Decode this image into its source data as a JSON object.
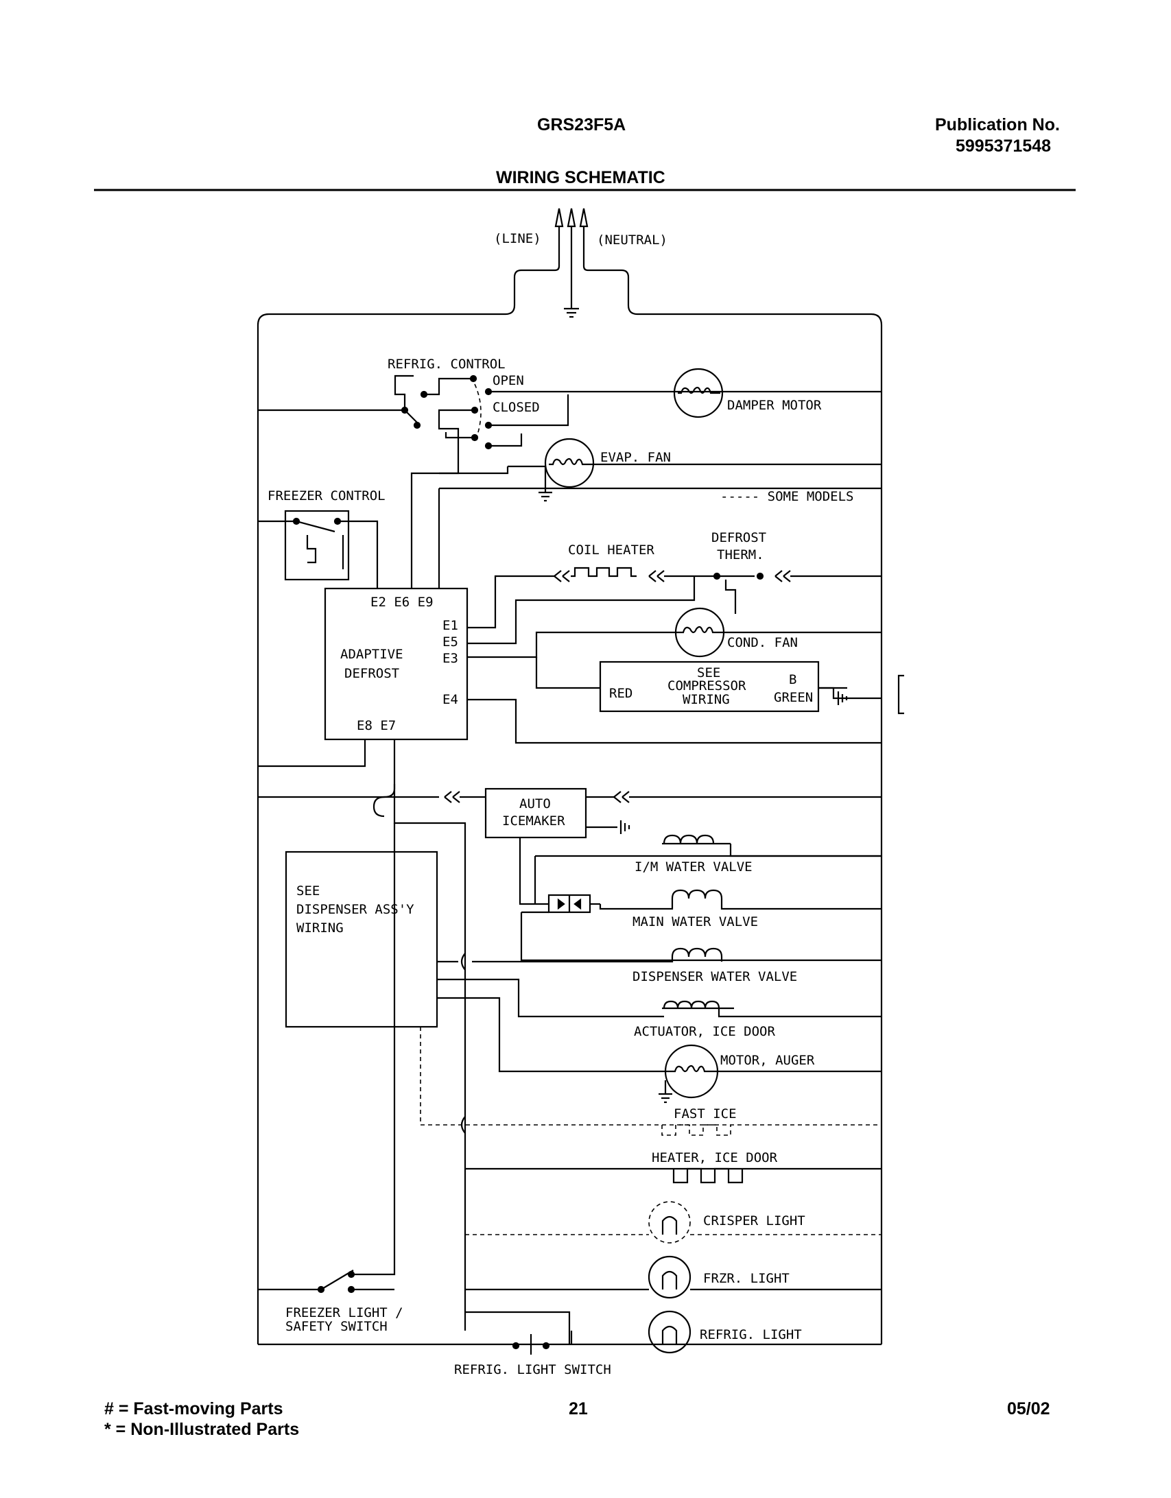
{
  "header": {
    "model": "GRS23F5A",
    "publication_label": "Publication No.",
    "publication_number": "5995371548",
    "title": "WIRING SCHEMATIC"
  },
  "labels": {
    "line": "(LINE)",
    "neutral": "(NEUTRAL)",
    "refrig_control": "REFRIG. CONTROL",
    "open": "OPEN",
    "closed": "CLOSED",
    "damper_motor": "DAMPER MOTOR",
    "evap_fan": "EVAP. FAN",
    "freezer_control": "FREEZER CONTROL",
    "some_models": "----- SOME MODELS",
    "coil_heater": "COIL HEATER",
    "defrost_therm_1": "DEFROST",
    "defrost_therm_2": "THERM.",
    "e_top": "E2 E6 E9",
    "e1": "E1",
    "e5": "E5",
    "e3": "E3",
    "e4": "E4",
    "adaptive": "ADAPTIVE",
    "defrost": "DEFROST",
    "e_bottom": "E8 E7",
    "cond_fan": "COND. FAN",
    "see": "SEE",
    "compressor": "COMPRESSOR",
    "wiring": "WIRING",
    "red": "RED",
    "b": "B",
    "green": "GREEN",
    "auto": "AUTO",
    "icemaker": "ICEMAKER",
    "im_water_valve": "I/M WATER VALVE",
    "dispenser_see": "SEE",
    "dispenser_assy": "DISPENSER ASS'Y",
    "dispenser_wiring": "WIRING",
    "main_water_valve": "MAIN WATER VALVE",
    "dispenser_water_valve": "DISPENSER WATER VALVE",
    "actuator_ice_door": "ACTUATOR, ICE DOOR",
    "motor_auger": "MOTOR, AUGER",
    "fast_ice": "FAST ICE",
    "heater_ice_door": "HEATER, ICE DOOR",
    "crisper_light": "CRISPER LIGHT",
    "frzr_light": "FRZR. LIGHT",
    "freezer_light_1": "FREEZER LIGHT /",
    "freezer_light_2": "SAFETY SWITCH",
    "refrig_light": "REFRIG. LIGHT",
    "refrig_light_switch": "REFRIG. LIGHT SWITCH"
  },
  "footer": {
    "legend_fast": "# = Fast-moving Parts",
    "legend_non": "* = Non-Illustrated Parts",
    "page": "21",
    "date": "05/02"
  }
}
